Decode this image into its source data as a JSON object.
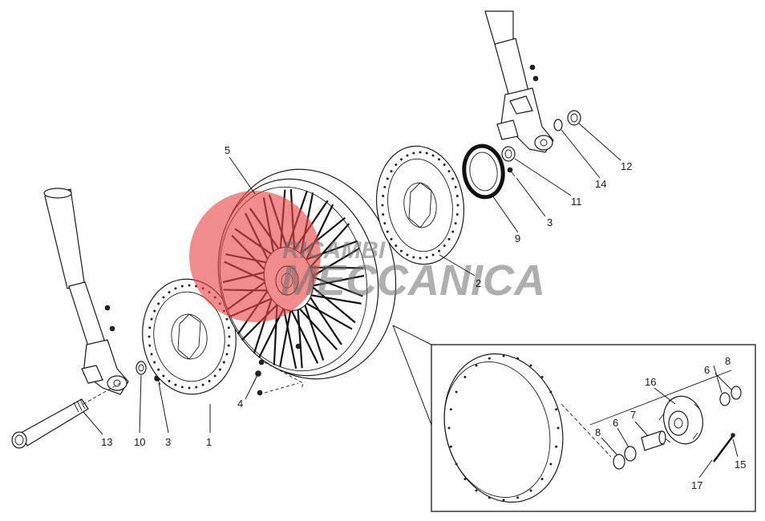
{
  "watermark": {
    "line1": "RICAMBI",
    "line2": "MECCANICA",
    "logo_color": "#e64646"
  },
  "callouts": {
    "c1": "1",
    "c2": "2",
    "c3a": "3",
    "c3b": "3",
    "c4": "4",
    "c5": "5",
    "c6a": "6",
    "c6b": "6",
    "c7": "7",
    "c8a": "8",
    "c8b": "8",
    "c9": "9",
    "c10": "10",
    "c11": "11",
    "c12": "12",
    "c13": "13",
    "c14": "14",
    "c15": "15",
    "c16": "16",
    "c17": "17"
  }
}
